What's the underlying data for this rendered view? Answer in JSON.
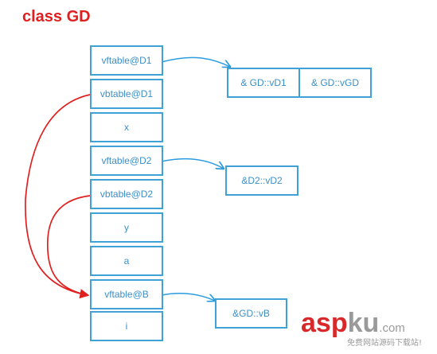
{
  "title": "class GD",
  "colors": {
    "title": "#e02020",
    "box_border": "#3fa1d6",
    "text": "#3a8fc7",
    "blue_arrow": "#2b9be0",
    "red_arrow": "#e02020",
    "watermark_red": "#d8282a",
    "watermark_gray": "#9a9a9a"
  },
  "layout_cells": [
    "vftable@D1",
    "vbtable@D1",
    "x",
    "vftable@D2",
    "vbtable@D2",
    "y",
    "a",
    "vftable@B",
    "i"
  ],
  "tables": {
    "d1": [
      "& GD::vD1",
      "& GD::vGD"
    ],
    "d2": [
      "&D2::vD2"
    ],
    "b": [
      "&GD::vB"
    ]
  },
  "watermark": {
    "brand_red": "asp",
    "brand_gray": "ku",
    "brand_tld": ".com",
    "tagline": "免费网站源码下载站!"
  }
}
